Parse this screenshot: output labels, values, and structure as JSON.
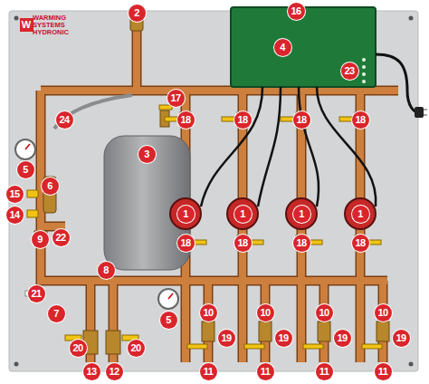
{
  "diagram": {
    "labels": [
      "W",
      "WARMING SYSTEMS HYDRONIC",
      "16",
      "2",
      "4",
      "23",
      "3",
      "17",
      "24",
      "18",
      "18",
      "18",
      "18",
      "1",
      "1",
      "1",
      "1",
      "5",
      "15",
      "6",
      "14",
      "9",
      "22",
      "18",
      "18",
      "18",
      "18",
      "8",
      "5",
      "21",
      "7",
      "20",
      "20",
      "13",
      "12",
      "10",
      "10",
      "10",
      "10",
      "19",
      "19",
      "19",
      "19",
      "11",
      "11",
      "11",
      "11"
    ]
  }
}
